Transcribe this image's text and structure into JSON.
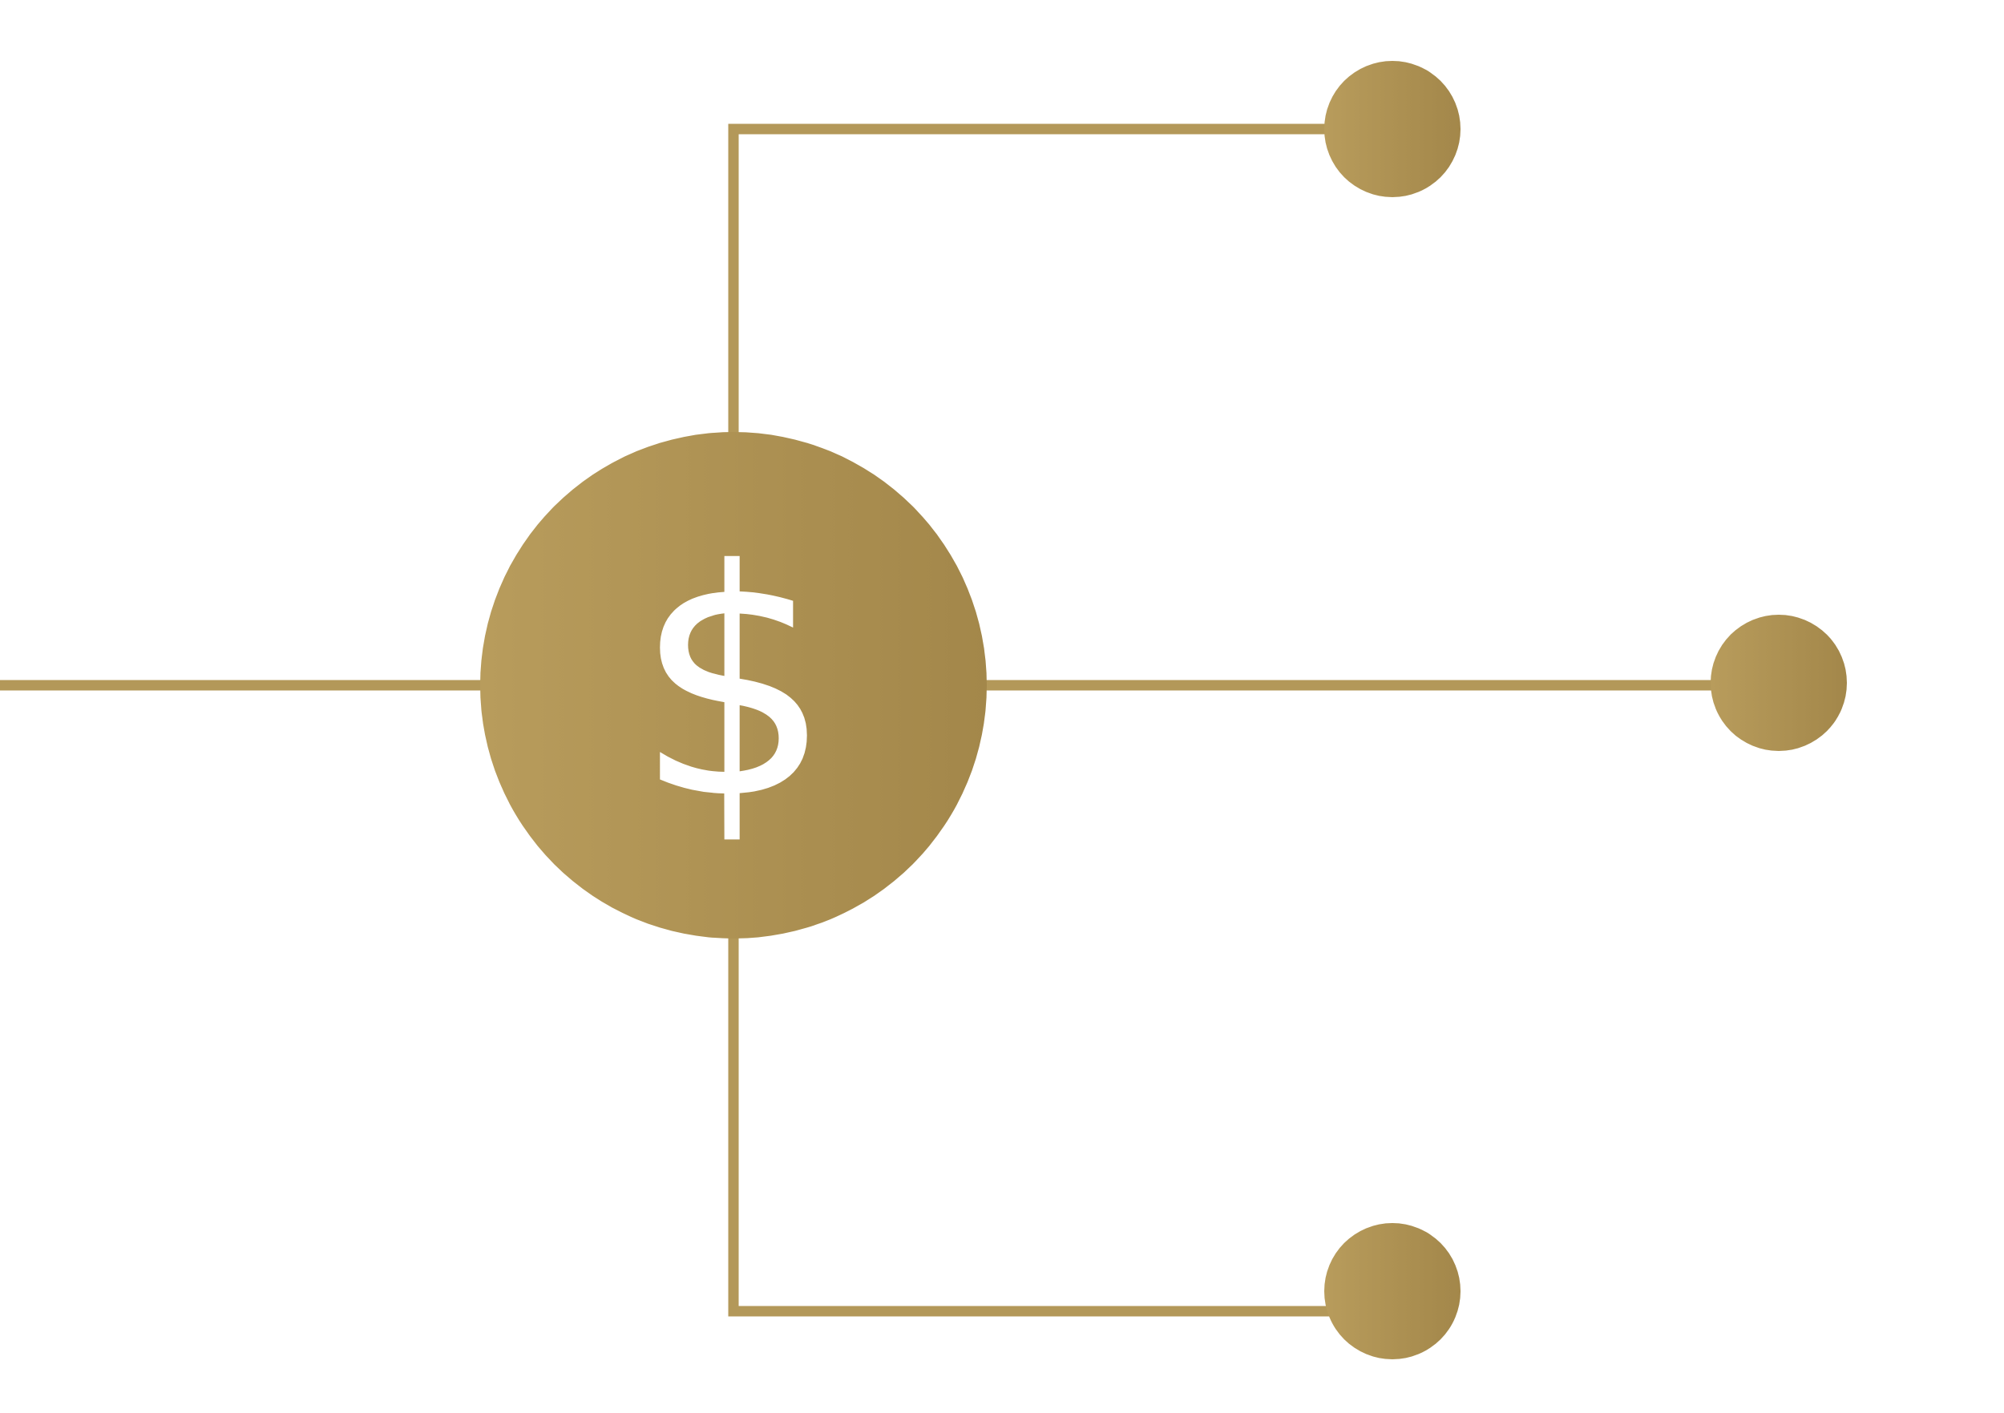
{
  "diagram": {
    "center": {
      "symbol": "$",
      "icon": "dollar-sign-icon"
    },
    "nodes": [
      {
        "icon": "circle-node"
      },
      {
        "icon": "circle-node"
      },
      {
        "icon": "circle-node"
      }
    ]
  },
  "colors": {
    "background": "#ffffff",
    "gold_light": "#b89c5c",
    "gold_dark": "#a3874a",
    "line": "#b39859",
    "symbol": "#ffffff"
  }
}
